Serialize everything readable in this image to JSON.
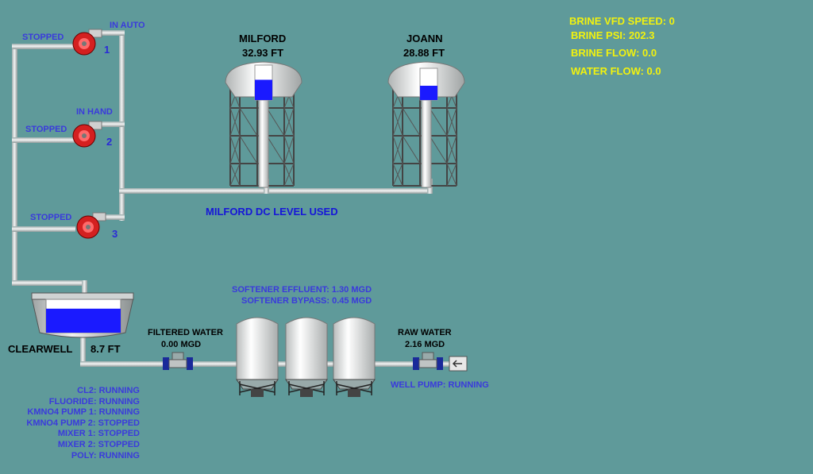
{
  "pumps": [
    {
      "number": "1",
      "status": "STOPPED",
      "mode": "IN AUTO"
    },
    {
      "number": "2",
      "status": "STOPPED",
      "mode": "IN HAND"
    },
    {
      "number": "3",
      "status": "STOPPED",
      "mode": ""
    }
  ],
  "towers": [
    {
      "name": "MILFORD",
      "level": "32.93 FT",
      "fill": 0.58
    },
    {
      "name": "JOANN",
      "level": "28.88 FT",
      "fill": 0.45
    }
  ],
  "level_source": "MILFORD DC LEVEL USED",
  "brine": {
    "vfd_speed": "BRINE VFD SPEED: 0",
    "psi": "BRINE PSI: 202.3",
    "flow": "BRINE FLOW: 0.0",
    "water_flow": "WATER FLOW: 0.0"
  },
  "clearwell": {
    "label": "CLEARWELL",
    "level": "8.7 FT",
    "fill": 0.72
  },
  "filtered_water": {
    "label": "FILTERED WATER",
    "value": "0.00 MGD"
  },
  "raw_water": {
    "label": "RAW WATER",
    "value": "2.16 MGD"
  },
  "softener": {
    "effluent": "SOFTENER EFFLUENT: 1.30 MGD",
    "bypass": "SOFTENER BYPASS: 0.45 MGD"
  },
  "well_pump": "WELL PUMP: RUNNING",
  "chemicals": [
    "CL2: RUNNING",
    "FLUORIDE: RUNNING",
    "KMNO4 PUMP 1: RUNNING",
    "KMNO4 PUMP 2: STOPPED",
    "MIXER 1: STOPPED",
    "MIXER 2: STOPPED",
    "POLY: RUNNING"
  ],
  "colors": {
    "background": "#5f9a9a",
    "water": "#1a1aff",
    "pump_red": "#d42020",
    "status_blue": "#3a3adc",
    "readout_yellow": "#f2f20e"
  }
}
